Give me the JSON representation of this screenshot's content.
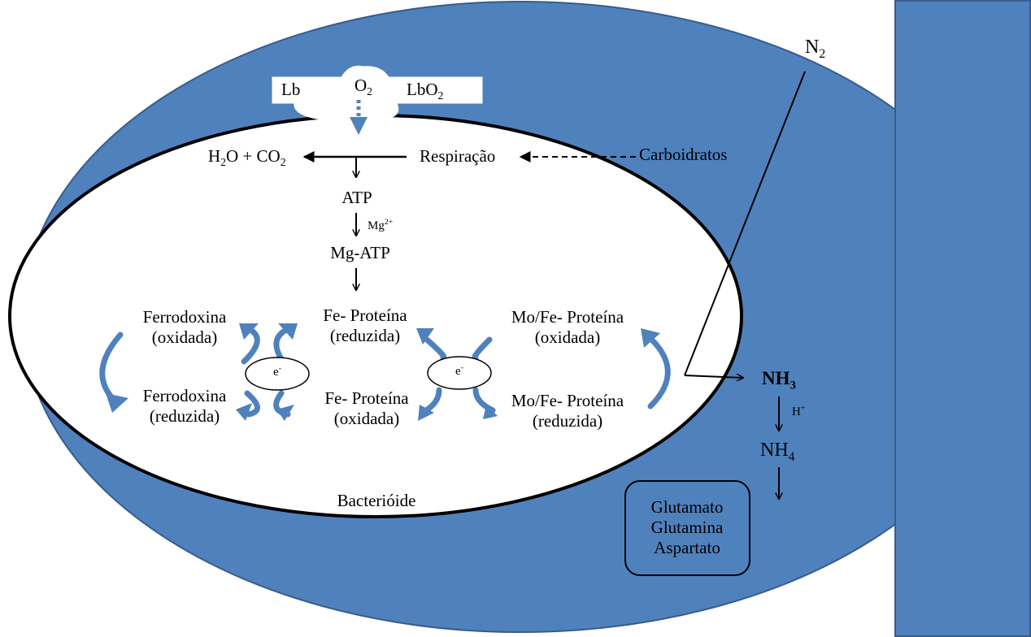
{
  "cell": {
    "lb": "Lb",
    "o2": "O",
    "o2_sub": "2",
    "lbo2": "LbO",
    "lbo2_sub": "2"
  },
  "respiration": {
    "h2o": "H",
    "h2o_sub": "2",
    "h2o_rest": "O + CO",
    "co2_sub": "2",
    "label": "Respiração",
    "carbs": "Carboidratos"
  },
  "atp": {
    "atp": "ATP",
    "mg": "Mg",
    "mg_sup": "2+",
    "mgatp": "Mg-ATP"
  },
  "cycle": {
    "ferro_ox_1": "Ferrodoxina",
    "ferro_ox_2": "(oxidada)",
    "ferro_red_1": "Ferrodoxina",
    "ferro_red_2": "(reduzida)",
    "fe_red_1": "Fe- Proteína",
    "fe_red_2": "(reduzida)",
    "fe_ox_1": "Fe- Proteína",
    "fe_ox_2": "(oxidada)",
    "mofe_ox_1": "Mo/Fe- Proteína",
    "mofe_ox_2": "(oxidada)",
    "mofe_red_1": "Mo/Fe- Proteína",
    "mofe_red_2": "(reduzida)",
    "electron": "e",
    "electron_sup": "-"
  },
  "bacteroid_label": "Bacterióide",
  "nitrogen": {
    "n2": "N",
    "n2_sub": "2",
    "nh3": "NH",
    "nh3_sub": "3",
    "h": "H",
    "h_sup": "+",
    "nh4": "NH",
    "nh4_sub": "4"
  },
  "products": [
    "Glutamato",
    "Glutamina",
    "Aspartato"
  ],
  "colors": {
    "cell_fill": "#4f81bd",
    "cell_stroke": "#385d8a",
    "curved_arrow": "#4f81bd",
    "line": "#000000",
    "background": "#ffffff"
  }
}
